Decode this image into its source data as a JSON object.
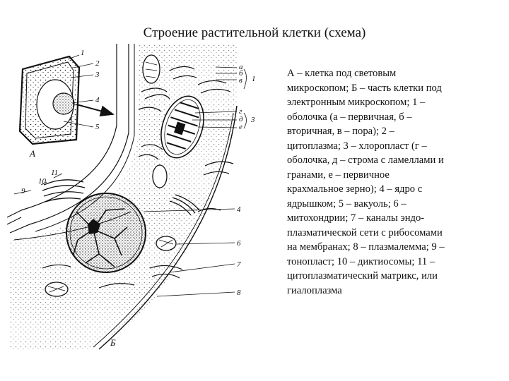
{
  "title": "Строение растительной клетки (схема)",
  "legend_lines": [
    "А – клетка под световым",
    "микроскопом; Б – часть клетки под",
    "электронным микроскопом; 1 –",
    "оболочка (а – первичная, б –",
    "вторичная, в – пора); 2 –",
    "цитоплазма; 3 – хлоропласт (г –",
    "оболочка, д – строма с ламеллами и",
    "гранами, е – первичное",
    "крахмальное зерно); 4 – ядро с",
    "ядрышком; 5 – вакуоль; 6 –",
    "митохондрии; 7 – каналы эндо-",
    "плазматической сети с рибосомами",
    "на мембранах; 8 – плазмалемма; 9 –",
    "тонопласт; 10 – диктиосомы; 11 –",
    "цитоплазматический матрикс, или",
    "гиалоплазма"
  ],
  "diagram_labels": {
    "panel_a": "А",
    "panel_b": "Б",
    "num_1": "1",
    "num_2": "2",
    "num_3": "3",
    "num_4": "4",
    "num_5": "5",
    "num_6": "6",
    "num_7": "7",
    "num_8": "8",
    "num_9": "9",
    "num_10": "10",
    "num_11": "11",
    "letter_a": "а",
    "letter_b": "б",
    "letter_v": "в",
    "letter_g": "г",
    "letter_d": "д",
    "letter_e": "е"
  }
}
